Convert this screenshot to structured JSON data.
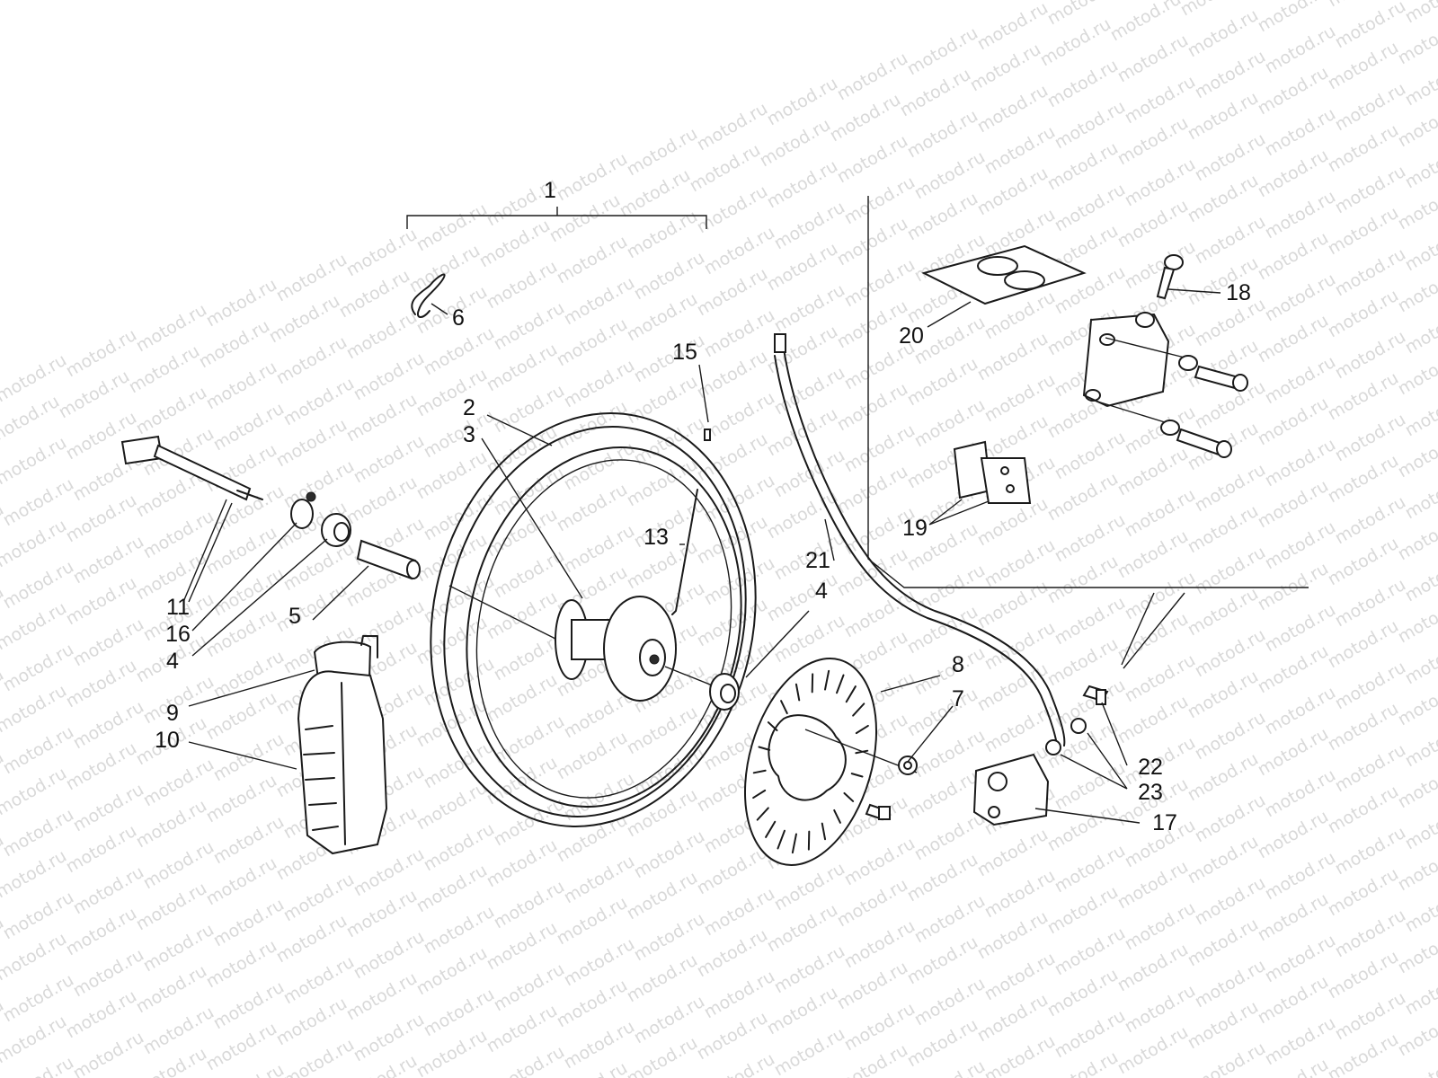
{
  "watermark": {
    "text": "motod.ru"
  },
  "callouts": [
    {
      "id": "c1",
      "text": "1"
    },
    {
      "id": "c6",
      "text": "6"
    },
    {
      "id": "c15",
      "text": "15"
    },
    {
      "id": "c2",
      "text": "2"
    },
    {
      "id": "c3",
      "text": "3"
    },
    {
      "id": "c13",
      "text": "13"
    },
    {
      "id": "c11",
      "text": "11"
    },
    {
      "id": "c16",
      "text": "16"
    },
    {
      "id": "c4a",
      "text": "4"
    },
    {
      "id": "c5",
      "text": "5"
    },
    {
      "id": "c9",
      "text": "9"
    },
    {
      "id": "c10",
      "text": "10"
    },
    {
      "id": "c4b",
      "text": "4"
    },
    {
      "id": "c8",
      "text": "8"
    },
    {
      "id": "c7",
      "text": "7"
    },
    {
      "id": "c21",
      "text": "21"
    },
    {
      "id": "c20",
      "text": "20"
    },
    {
      "id": "c18",
      "text": "18"
    },
    {
      "id": "c19",
      "text": "19"
    },
    {
      "id": "c22",
      "text": "22"
    },
    {
      "id": "c23",
      "text": "23"
    },
    {
      "id": "c17",
      "text": "17"
    }
  ]
}
